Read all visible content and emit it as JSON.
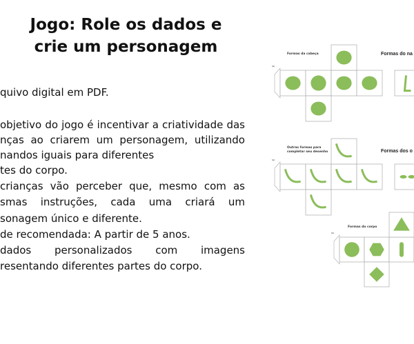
{
  "title": {
    "line1": "Jogo: Role os dados e",
    "line2": "crie um personagem"
  },
  "body_lines": [
    {
      "text": "quivo digital em PDF.",
      "justify": false
    },
    {
      "text": "objetivo do jogo é incentivar a criatividade das",
      "justify": true
    },
    {
      "text": "nças ao criarem um personagem, utilizando",
      "justify": true
    },
    {
      "text": "nandos iguais para diferentes",
      "justify": false
    },
    {
      "text": "tes do corpo.",
      "justify": false
    },
    {
      "text": "crianças vão perceber que, mesmo com as",
      "justify": true
    },
    {
      "text": "smas instruções, cada uma criará um",
      "justify": true
    },
    {
      "text": "sonagem único e diferente.",
      "justify": false
    },
    {
      "text": "de recomendada: A partir de 5 anos.",
      "justify": false
    },
    {
      "text": "dados personalizados com imagens",
      "justify": true
    },
    {
      "text": "resentando diferentes partes do corpo.",
      "justify": false
    }
  ],
  "dice": {
    "head_label": "Formas da cabeça",
    "nose_label": "Formas do na",
    "other_label_1": "Outras formas para",
    "other_label_2": "completar seu desenho",
    "eyes_label": "Formas dos o",
    "body_label": "Formas do corpo",
    "shape_color": "#8bbd5a",
    "line_color": "#aaaaaa"
  }
}
